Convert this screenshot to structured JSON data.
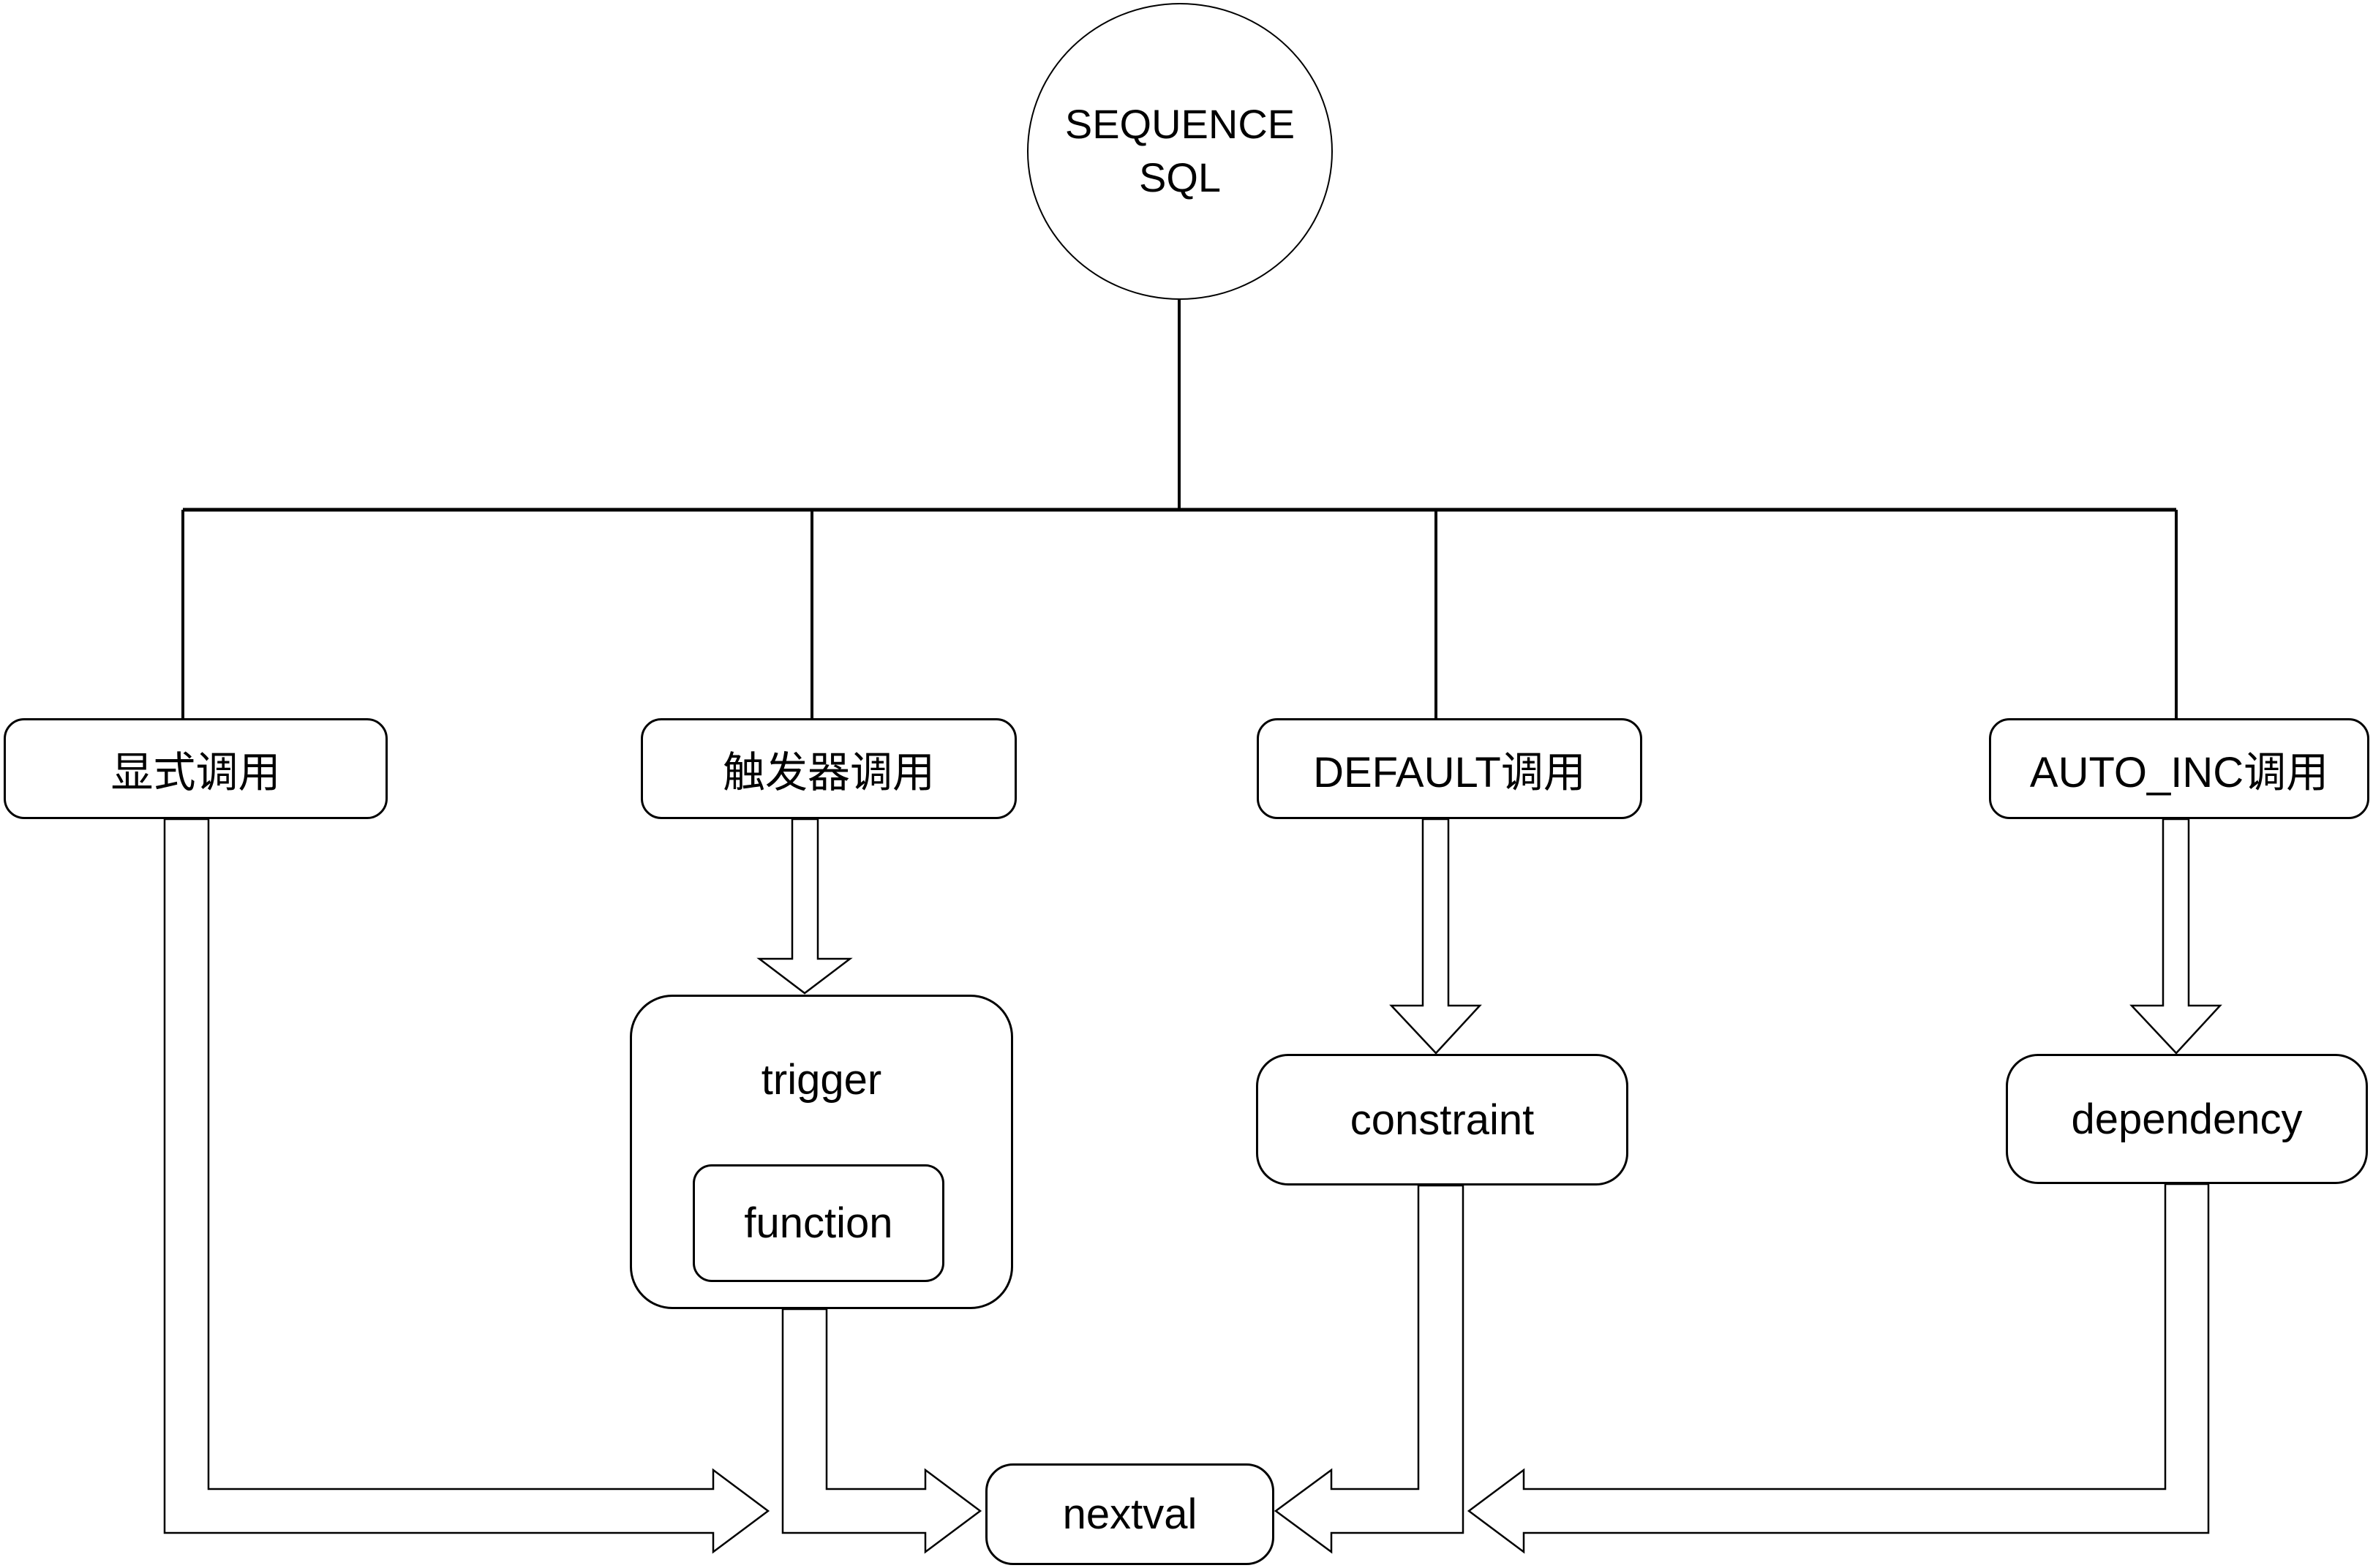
{
  "diagram": {
    "root_node": {
      "label_line1": "SEQUENCE",
      "label_line2": "SQL"
    },
    "call_types": [
      {
        "label": "显式调用"
      },
      {
        "label": "触发器调用"
      },
      {
        "label": "DEFAULT调用"
      },
      {
        "label": "AUTO_INC调用"
      }
    ],
    "nodes": {
      "trigger": "trigger",
      "function": "function",
      "constraint": "constraint",
      "dependency": "dependency",
      "nextval": "nextval"
    },
    "colors": {
      "stroke": "#000000",
      "node_fill": "#ffffff",
      "background": "#ffffff"
    }
  }
}
